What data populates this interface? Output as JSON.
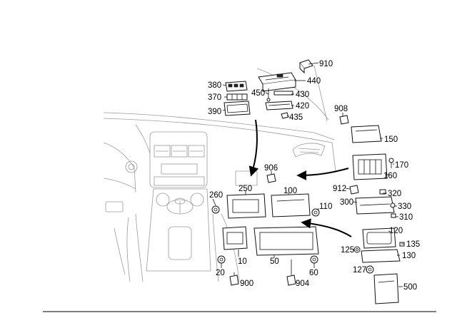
{
  "figure": {
    "part_labels": [
      {
        "id": "p910",
        "text": "910"
      },
      {
        "id": "p380",
        "text": "380"
      },
      {
        "id": "p440",
        "text": "440"
      },
      {
        "id": "p370",
        "text": "370"
      },
      {
        "id": "p450",
        "text": "450"
      },
      {
        "id": "p430",
        "text": "430"
      },
      {
        "id": "p420",
        "text": "420"
      },
      {
        "id": "p390",
        "text": "390"
      },
      {
        "id": "p435",
        "text": "435"
      },
      {
        "id": "p908",
        "text": "908"
      },
      {
        "id": "p150",
        "text": "150"
      },
      {
        "id": "p170",
        "text": "170"
      },
      {
        "id": "p906",
        "text": "906"
      },
      {
        "id": "p160",
        "text": "160"
      },
      {
        "id": "p250",
        "text": "250"
      },
      {
        "id": "p100",
        "text": "100"
      },
      {
        "id": "p260",
        "text": "260"
      },
      {
        "id": "p912",
        "text": "912"
      },
      {
        "id": "p320",
        "text": "320"
      },
      {
        "id": "p300",
        "text": "300"
      },
      {
        "id": "p330",
        "text": "330"
      },
      {
        "id": "p110",
        "text": "110"
      },
      {
        "id": "p310",
        "text": "310"
      },
      {
        "id": "p120",
        "text": "120"
      },
      {
        "id": "p135",
        "text": "135"
      },
      {
        "id": "p125",
        "text": "125"
      },
      {
        "id": "p130",
        "text": "130"
      },
      {
        "id": "p10",
        "text": "10"
      },
      {
        "id": "p50",
        "text": "50"
      },
      {
        "id": "p127",
        "text": "127"
      },
      {
        "id": "p20",
        "text": "20"
      },
      {
        "id": "p60",
        "text": "60"
      },
      {
        "id": "p900",
        "text": "900"
      },
      {
        "id": "p904",
        "text": "904"
      },
      {
        "id": "p500",
        "text": "500"
      }
    ]
  }
}
